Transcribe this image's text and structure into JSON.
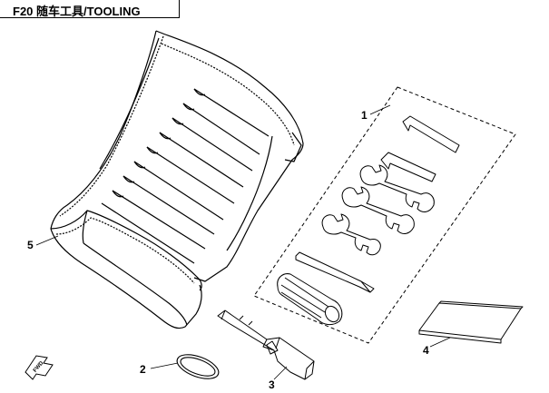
{
  "header": {
    "title": "F20 随车工具/TOOLING"
  },
  "callouts": {
    "tool_set": "1",
    "o_ring": "2",
    "spark_plug_wrench": "3",
    "manual": "4",
    "tool_bag": "5"
  },
  "direction_marker": {
    "label": "FWD",
    "icon": "forward-arrow-icon"
  }
}
